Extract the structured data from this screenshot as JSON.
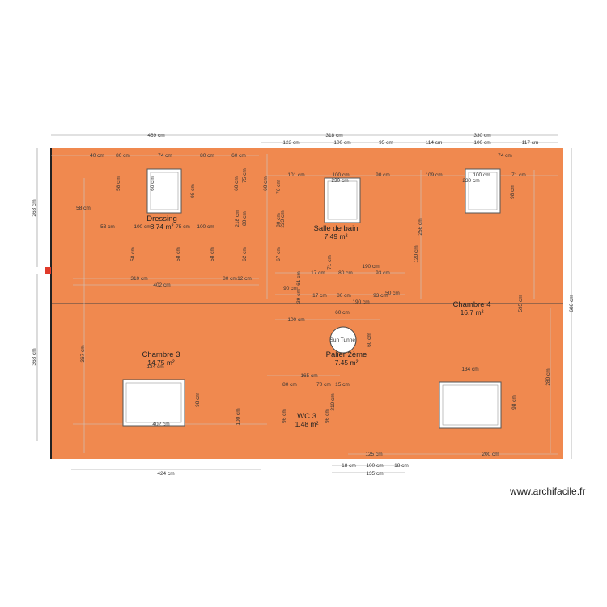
{
  "colors": {
    "floor": "#f0894f",
    "wall": "#333333",
    "dimension_line": "#c9c9c9",
    "window_fill": "#ffffff",
    "marker": "#e03a2a"
  },
  "rooms": [
    {
      "name": "Dressing",
      "area": "8.74 m²"
    },
    {
      "name": "Salle de bain",
      "area": "7.49 m²"
    },
    {
      "name": "Chambre 4",
      "area": "16.7 m²"
    },
    {
      "name": "Chambre 3",
      "area": "14.75 m²"
    },
    {
      "name": "Palier 2ème",
      "area": "7.45 m²"
    },
    {
      "name": "WC 3",
      "area": "1.48 m²"
    }
  ],
  "sun_tunnel_label": "Sun Tunnel",
  "overall_dimensions": [
    "469 cm",
    "318 cm",
    "330 cm",
    "263 cm",
    "368 cm",
    "686 cm",
    "424 cm",
    "135 cm"
  ],
  "top_row": [
    "123 cm",
    "100 cm",
    "95 cm",
    "114 cm",
    "100 cm",
    "117 cm"
  ],
  "bottom_row": [
    "18 cm",
    "100 cm",
    "18 cm"
  ],
  "inner_labels": [
    "40 cm",
    "80 cm",
    "74 cm",
    "80 cm",
    "60 cm",
    "101 cm",
    "100 cm",
    "90 cm",
    "109 cm",
    "100 cm",
    "74 cm",
    "71 cm",
    "58 cm",
    "60 cm",
    "98 cm",
    "60 cm",
    "60 cm",
    "76 cm",
    "75 cm",
    "230 cm",
    "230 cm",
    "98 cm",
    "58 cm",
    "218 cm",
    "80 cm",
    "80 cm",
    "223 cm",
    "256 cm",
    "53 cm",
    "100 cm",
    "75 cm",
    "100 cm",
    "58 cm",
    "58 cm",
    "58 cm",
    "62 cm",
    "67 cm",
    "61 cm",
    "120 cm",
    "17 cm",
    "80 cm",
    "190 cm",
    "93 cm",
    "71 cm",
    "310 cm",
    "402 cm",
    "80 cm",
    "12 cm",
    "90 cm",
    "17 cm",
    "80 cm",
    "93 cm",
    "50 cm",
    "39 cm",
    "190 cm",
    "60 cm",
    "100 cm",
    "595 cm",
    "367 cm",
    "134 cm",
    "60 cm",
    "134 cm",
    "165 cm",
    "80 cm",
    "70 cm",
    "15 cm",
    "280 cm",
    "98 cm",
    "100 cm",
    "96 cm",
    "96 cm",
    "210 cm",
    "98 cm",
    "402 cm",
    "125 cm",
    "200 cm"
  ],
  "watermark": "www.archifacile.fr"
}
